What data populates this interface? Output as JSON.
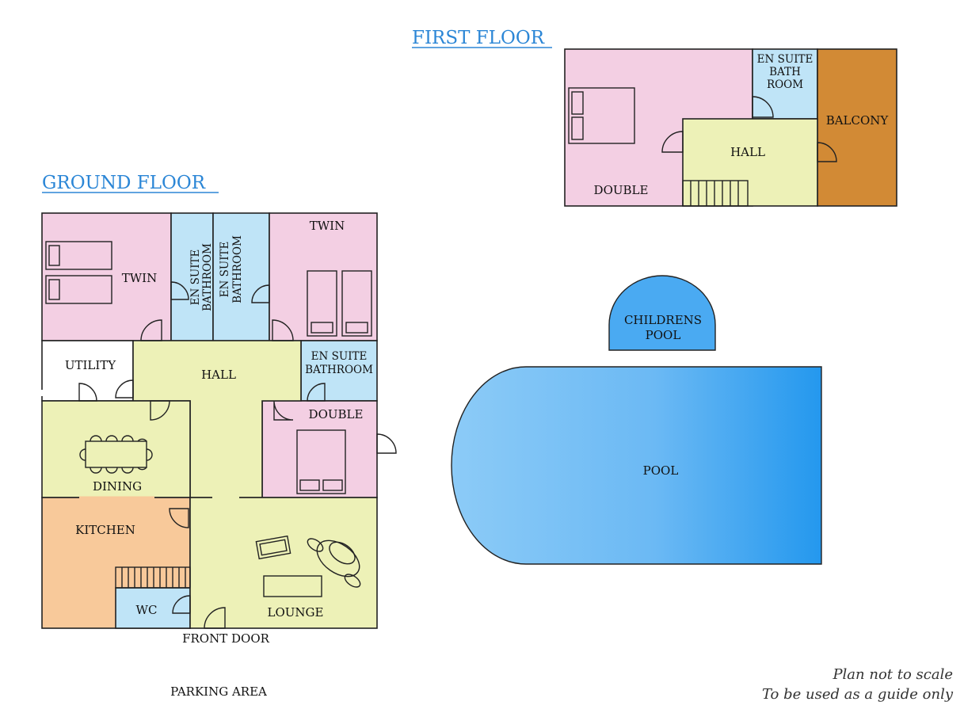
{
  "titles": {
    "first_floor": "FIRST FLOOR",
    "ground_floor": "GROUND FLOOR"
  },
  "first_floor_rooms": {
    "double": "DOUBLE",
    "ensuite_line1": "EN SUITE",
    "ensuite_line2": "BATH",
    "ensuite_line3": "ROOM",
    "hall": "HALL",
    "balcony": "BALCONY"
  },
  "ground_floor_rooms": {
    "twin_left": "TWIN",
    "ensuite_a_line1": "EN SUITE",
    "ensuite_a_line2": "BATHROOM",
    "ensuite_b_line1": "EN SUITE",
    "ensuite_b_line2": "BATHROOM",
    "twin_right": "TWIN",
    "utility": "UTILITY",
    "hall": "HALL",
    "ensuite_c_line1": "EN SUITE",
    "ensuite_c_line2": "BATHROOM",
    "double": "DOUBLE",
    "dining": "DINING",
    "kitchen": "KITCHEN",
    "wc": "WC",
    "lounge": "LOUNGE",
    "front_door": "FRONT DOOR",
    "parking": "PARKING AREA"
  },
  "pools": {
    "childrens_line1": "CHILDRENS",
    "childrens_line2": "POOL",
    "pool": "POOL"
  },
  "notes": {
    "line1": "Plan not to scale",
    "line2": "To be used as a guide only"
  },
  "colors": {
    "bedroom_pink": "#f3cfe3",
    "bathroom_blue": "#bfe4f7",
    "hall_green": "#edf1b7",
    "balcony_orange": "#d28a35",
    "kitchen_peach": "#f8c99a",
    "pool_light": "#8ccbf7",
    "pool_dark": "#2498ee"
  }
}
